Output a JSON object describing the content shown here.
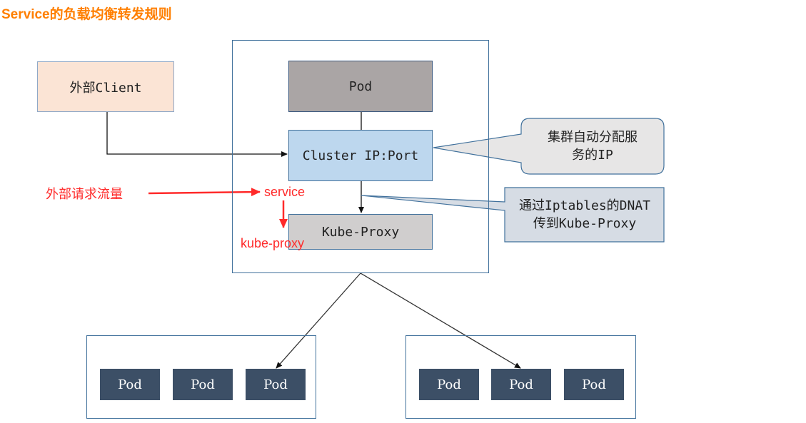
{
  "title": "Service的负载均衡转发规则",
  "client_label": "外部Client",
  "pod_label": "Pod",
  "cluster_ip_label": "Cluster IP:Port",
  "kube_proxy_label": "Kube-Proxy",
  "callout_assign": {
    "line1": "集群自动分配服",
    "line2": "务的IP"
  },
  "callout_dnat": {
    "line1": "通过Iptables的DNAT",
    "line2": "传到Kube-Proxy"
  },
  "annotation_external_traffic": "外部请求流量",
  "annotation_service": "service",
  "annotation_kube_proxy": "kube-proxy",
  "node_groups": [
    {
      "pods": [
        "Pod",
        "Pod",
        "Pod"
      ]
    },
    {
      "pods": [
        "Pod",
        "Pod",
        "Pod"
      ]
    }
  ],
  "colors": {
    "title": "#ff7f00",
    "client_fill": "#fbe4d5",
    "pod_fill": "#aaa5a5",
    "cluster_fill": "#bdd7ee",
    "proxy_fill": "#d0cece",
    "small_pod_fill": "#3c4f66",
    "frame_border": "#41719c",
    "annotation_red": "#ff2a2a"
  }
}
